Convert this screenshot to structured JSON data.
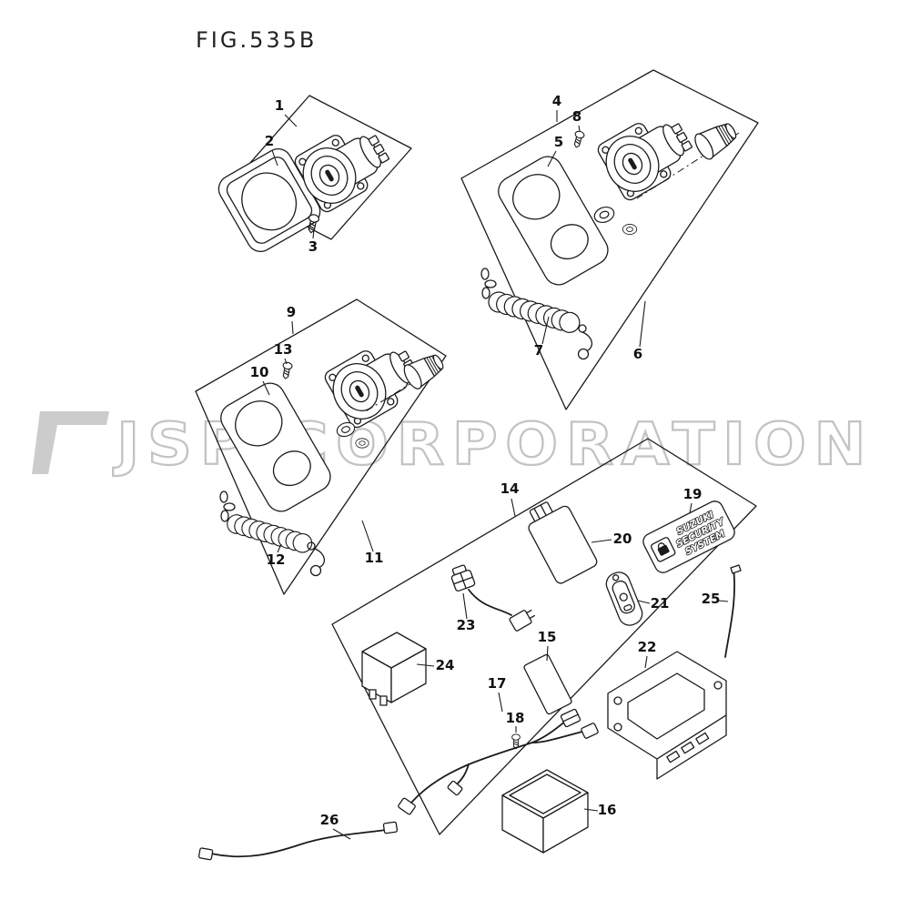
{
  "figure": {
    "title": "FIG.535B"
  },
  "watermark": {
    "text": "JSP CORPORATION"
  },
  "security_sticker": {
    "line1": "SUZUKI",
    "line2": "SECURITY",
    "line3": "SYSTEM"
  },
  "part_labels": {
    "p1": "1",
    "p2": "2",
    "p3": "3",
    "p4": "4",
    "p5": "5",
    "p6": "6",
    "p7": "7",
    "p8": "8",
    "p9": "9",
    "p10": "10",
    "p11": "11",
    "p12": "12",
    "p13": "13",
    "p14": "14",
    "p15": "15",
    "p16": "16",
    "p17": "17",
    "p18": "18",
    "p19": "19",
    "p20": "20",
    "p21": "21",
    "p22": "22",
    "p23": "23",
    "p24": "24",
    "p25": "25",
    "p26": "26"
  }
}
